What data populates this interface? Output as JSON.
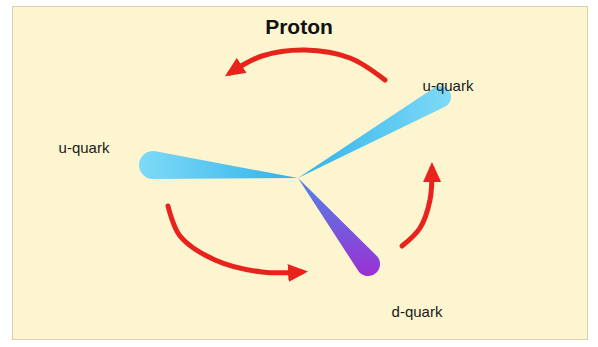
{
  "diagram": {
    "title": "Proton",
    "nodes": [
      {
        "text": [
          "u-quark"
        ]
      },
      {
        "text": [
          "u-quark"
        ]
      },
      {
        "text": [
          "d-quark"
        ]
      }
    ],
    "edges": [
      {
        "from": 0,
        "to": 1,
        "arrow": "to"
      },
      {
        "from": 1,
        "to": 2,
        "arrow": "to"
      },
      {
        "from": 2,
        "to": 0,
        "arrow": "to"
      }
    ]
  }
}
